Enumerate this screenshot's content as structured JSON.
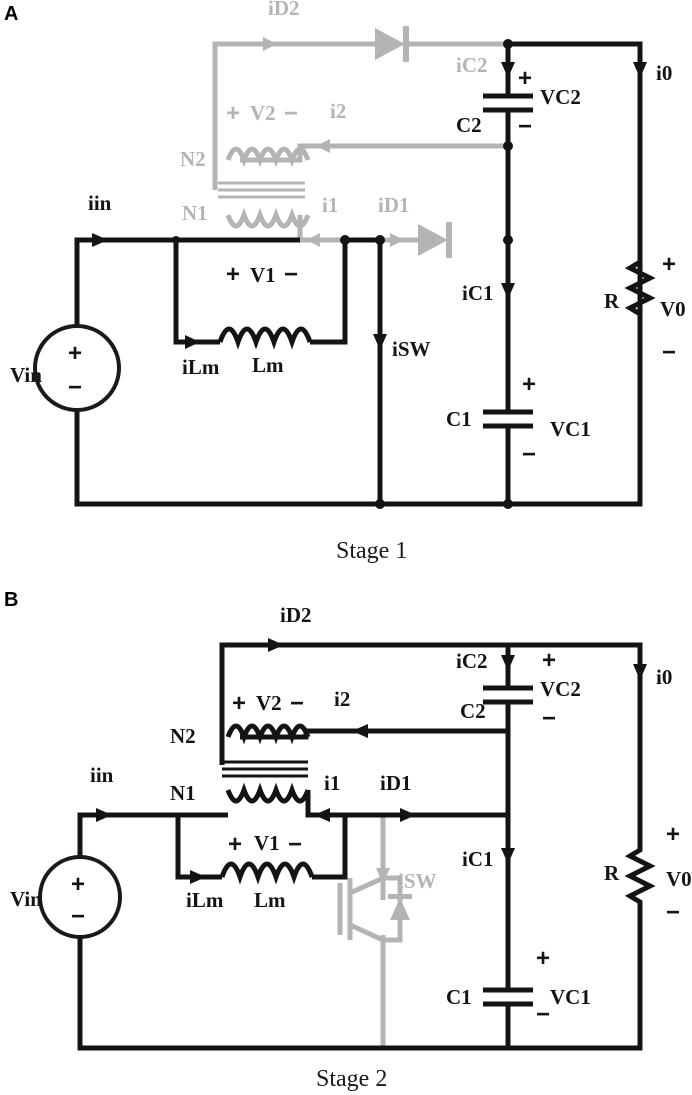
{
  "colors": {
    "active": "#141414",
    "inactive": "#b4b4b4"
  },
  "stages": [
    {
      "panel": "A",
      "caption": "Stage 1",
      "labels": {
        "iD2": "iD2",
        "iC2": "iC2",
        "vc2": "VC2",
        "c2": "C2",
        "i2": "i2",
        "v2": "V2",
        "n2": "N2",
        "n1": "N1",
        "i1": "i1",
        "iD1": "iD1",
        "iin": "iin",
        "v1": "V1",
        "lm": "Lm",
        "iLm": "iLm",
        "iSW": "iSW",
        "iC1": "iC1",
        "c1": "C1",
        "vc1": "VC1",
        "vin": "Vin",
        "r": "R",
        "v0": "V0",
        "i0": "i0"
      }
    },
    {
      "panel": "B",
      "caption": "Stage 2",
      "labels": {
        "iD2": "iD2",
        "iC2": "iC2",
        "vc2": "VC2",
        "c2": "C2",
        "i2": "i2",
        "v2": "V2",
        "n2": "N2",
        "n1": "N1",
        "i1": "i1",
        "iD1": "iD1",
        "iin": "iin",
        "v1": "V1",
        "lm": "Lm",
        "iLm": "iLm",
        "iSW": "iSW",
        "iC1": "iC1",
        "c1": "C1",
        "vc1": "VC1",
        "vin": "Vin",
        "r": "R",
        "v0": "V0",
        "i0": "i0"
      }
    }
  ]
}
